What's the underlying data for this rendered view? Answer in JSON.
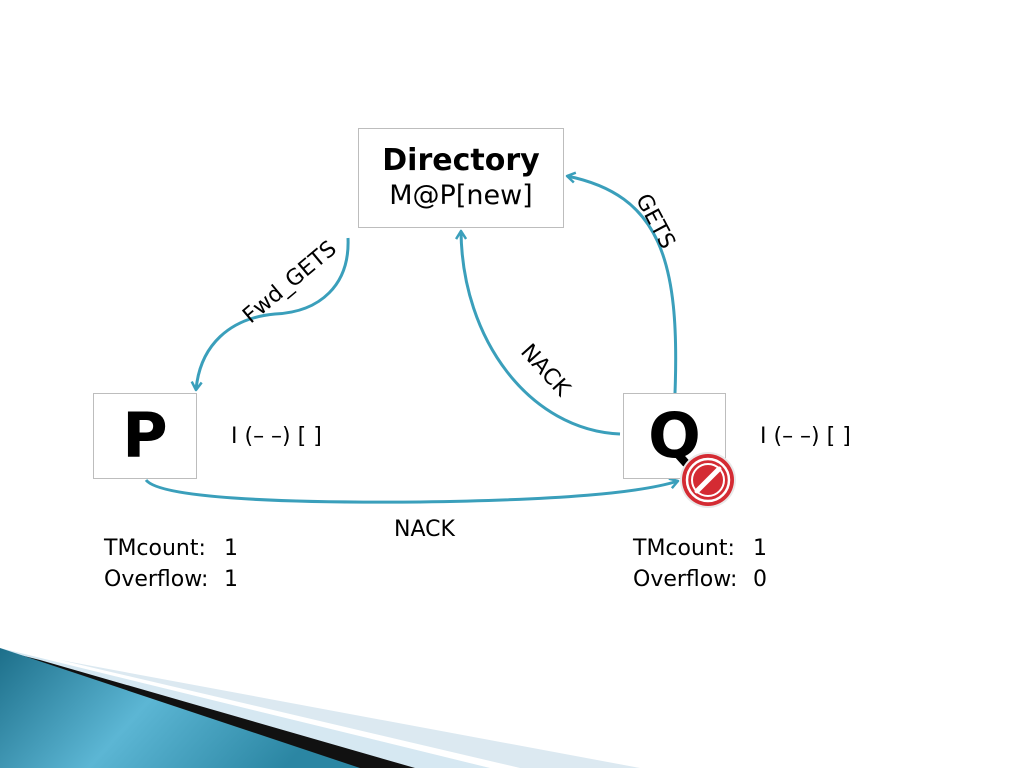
{
  "directory": {
    "title": "Directory",
    "state": "M@P[new]"
  },
  "nodes": {
    "p": {
      "name": "P",
      "state": "I (– –) [ ]",
      "stats": [
        {
          "label": "TMcount:",
          "value": "1"
        },
        {
          "label": "Overflow:",
          "value": "1"
        }
      ]
    },
    "q": {
      "name": "Q",
      "state": "I (– –) [ ]",
      "stats": [
        {
          "label": "TMcount:",
          "value": "1"
        },
        {
          "label": "Overflow:",
          "value": "0"
        }
      ]
    }
  },
  "edges": {
    "fwd_gets": "Fwd_GETS",
    "gets": "GETS",
    "nack_to_directory": "NACK",
    "nack_p_to_q": "NACK"
  },
  "colors": {
    "arrow": "#3a9fbb",
    "badge": "#d42b33",
    "ribbon_dark": "#1d6f8a",
    "ribbon_light": "#5cb6d4",
    "ribbon_black": "#111111",
    "ribbon_pale": "#d6e8f2"
  },
  "icons": {
    "badge": "no-entry-badge-icon"
  }
}
